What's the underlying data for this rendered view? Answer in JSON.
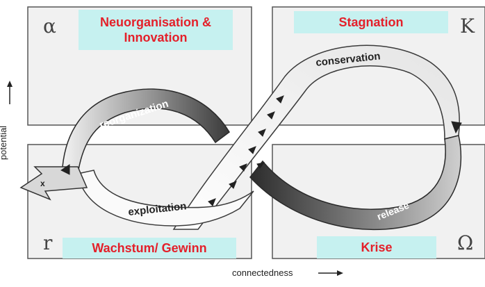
{
  "quadrants": {
    "alpha": {
      "symbol": "α",
      "label": "Neuorganisation & Innovation"
    },
    "kappa": {
      "symbol": "K",
      "label": "Stagnation"
    },
    "gamma": {
      "symbol": "r",
      "label": "Wachstum/ Gewinn"
    },
    "omega": {
      "symbol": "Ω",
      "label": "Krise"
    }
  },
  "loop_labels": {
    "reorganization": "reorganization",
    "conservation": "conservation",
    "exploitation": "exploitation",
    "release": "release",
    "x": "x"
  },
  "axes": {
    "y": "potential",
    "x": "connectedness"
  },
  "colors": {
    "label_bg": "#c6f1f0",
    "label_text": "#e4202a"
  }
}
